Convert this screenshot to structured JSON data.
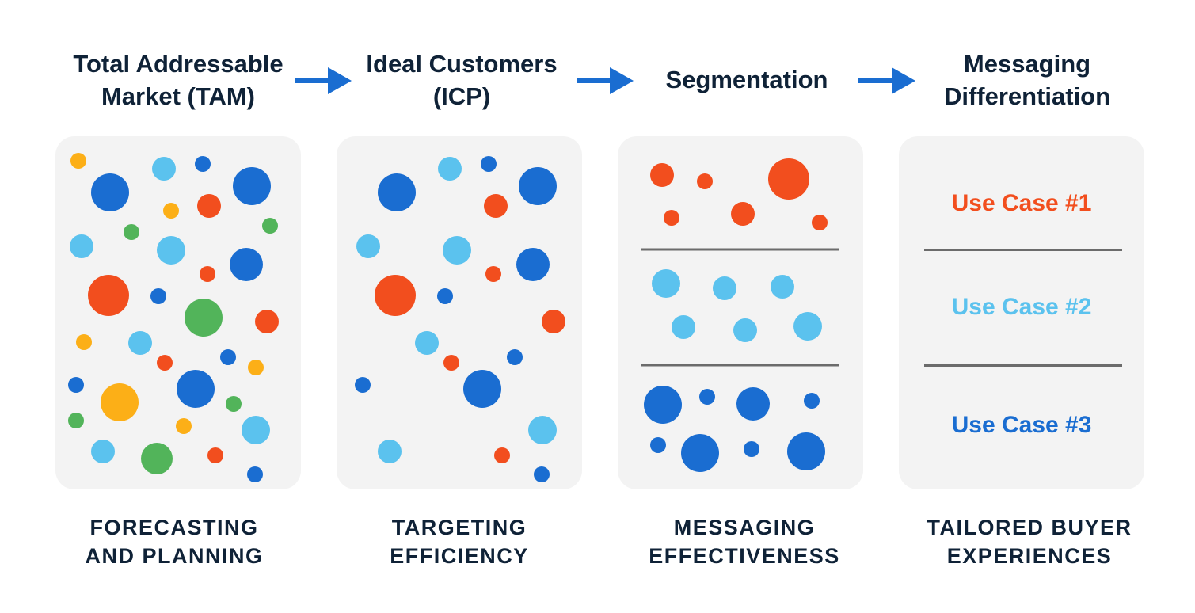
{
  "stages": [
    {
      "title": "Total Addressable\nMarket (TAM)",
      "caption": "FORECASTING\nAND PLANNING"
    },
    {
      "title": "Ideal Customers\n(ICP)",
      "caption": "TARGETING\nEFFICIENCY"
    },
    {
      "title": "Segmentation",
      "caption": "MESSAGING\nEFFECTIVENESS"
    },
    {
      "title": "Messaging\nDifferentiation",
      "caption": "TAILORED BUYER\nEXPERIENCES"
    }
  ],
  "use_cases": [
    {
      "label": "Use Case #1",
      "color": "#f24e1e"
    },
    {
      "label": "Use Case #2",
      "color": "#5bc2ee"
    },
    {
      "label": "Use Case #3",
      "color": "#1a6dd1"
    }
  ],
  "colors": {
    "orange_red": "#f24e1e",
    "light_blue": "#5bc2ee",
    "dark_blue": "#1a6dd1",
    "green": "#52b45a",
    "yellow": "#fcaf17",
    "arrow": "#1a6dd1",
    "panel_bg": "#f3f3f3",
    "divider": "#6b6b6b",
    "text": "#0f2237"
  },
  "arrow_icon": "arrow-right-icon"
}
